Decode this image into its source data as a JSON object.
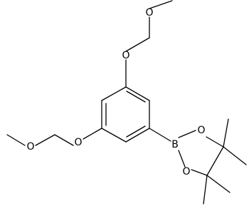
{
  "molecule": {
    "atoms": {
      "o_top": "O",
      "o_top_methyl": "O",
      "o_left": "O",
      "o_left_methyl": "O",
      "boron": "B",
      "o_ring_upper": "O",
      "o_ring_lower": "O"
    }
  }
}
